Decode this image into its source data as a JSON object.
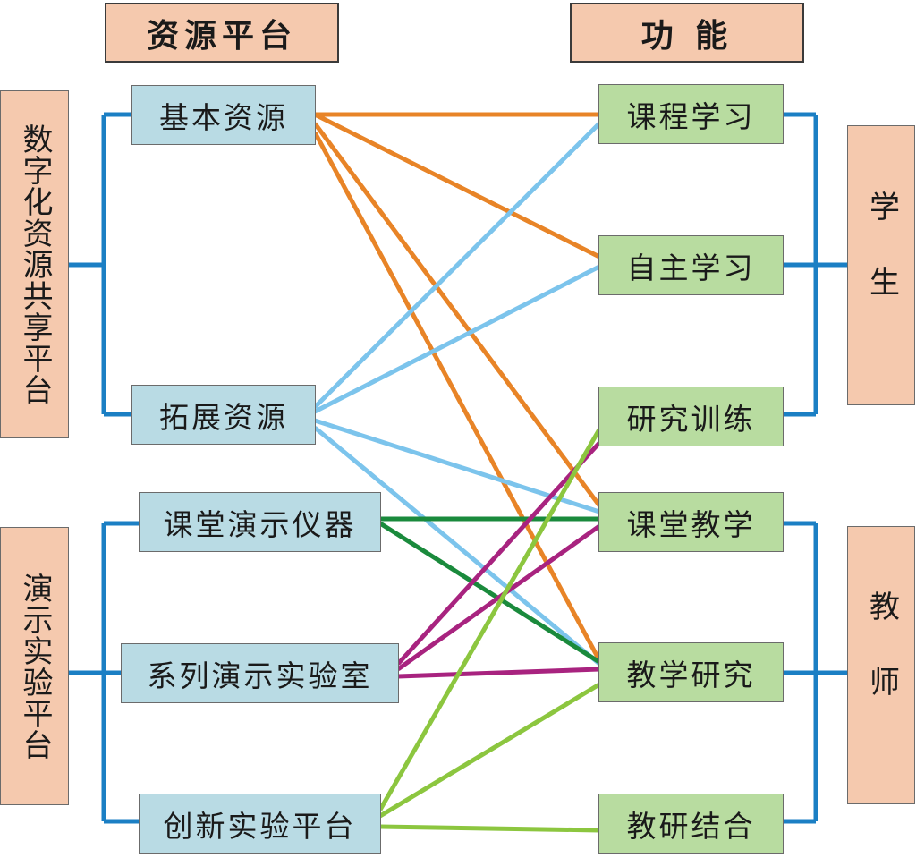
{
  "headers": {
    "left": "资源平台",
    "right": "功 能"
  },
  "platforms": {
    "digital": "数字化资源共享平台",
    "demo": "演示实验平台"
  },
  "resources": {
    "basic": "基本资源",
    "extended": "拓展资源",
    "classroom_instruments": "课堂演示仪器",
    "series_lab": "系列演示实验室",
    "innovation_platform": "创新实验平台"
  },
  "functions": {
    "course_study": "课程学习",
    "self_study": "自主学习",
    "research_training": "研究训练",
    "classroom_teaching": "课堂教学",
    "teaching_research": "教学研究",
    "teaching_research_combined": "教研结合"
  },
  "users": {
    "student": "学生",
    "teacher": "教师"
  },
  "colors": {
    "bracket": "#1b7fc4",
    "basic_links": "#e88427",
    "extended_links": "#7cc4ec",
    "instrument_links": "#1a8a3c",
    "series_lab_links": "#a8237f",
    "innovation_links": "#8cc63f",
    "header_fill": "#f5c9ae",
    "resource_fill": "#b9dbe4",
    "function_fill": "#b8dca0"
  }
}
